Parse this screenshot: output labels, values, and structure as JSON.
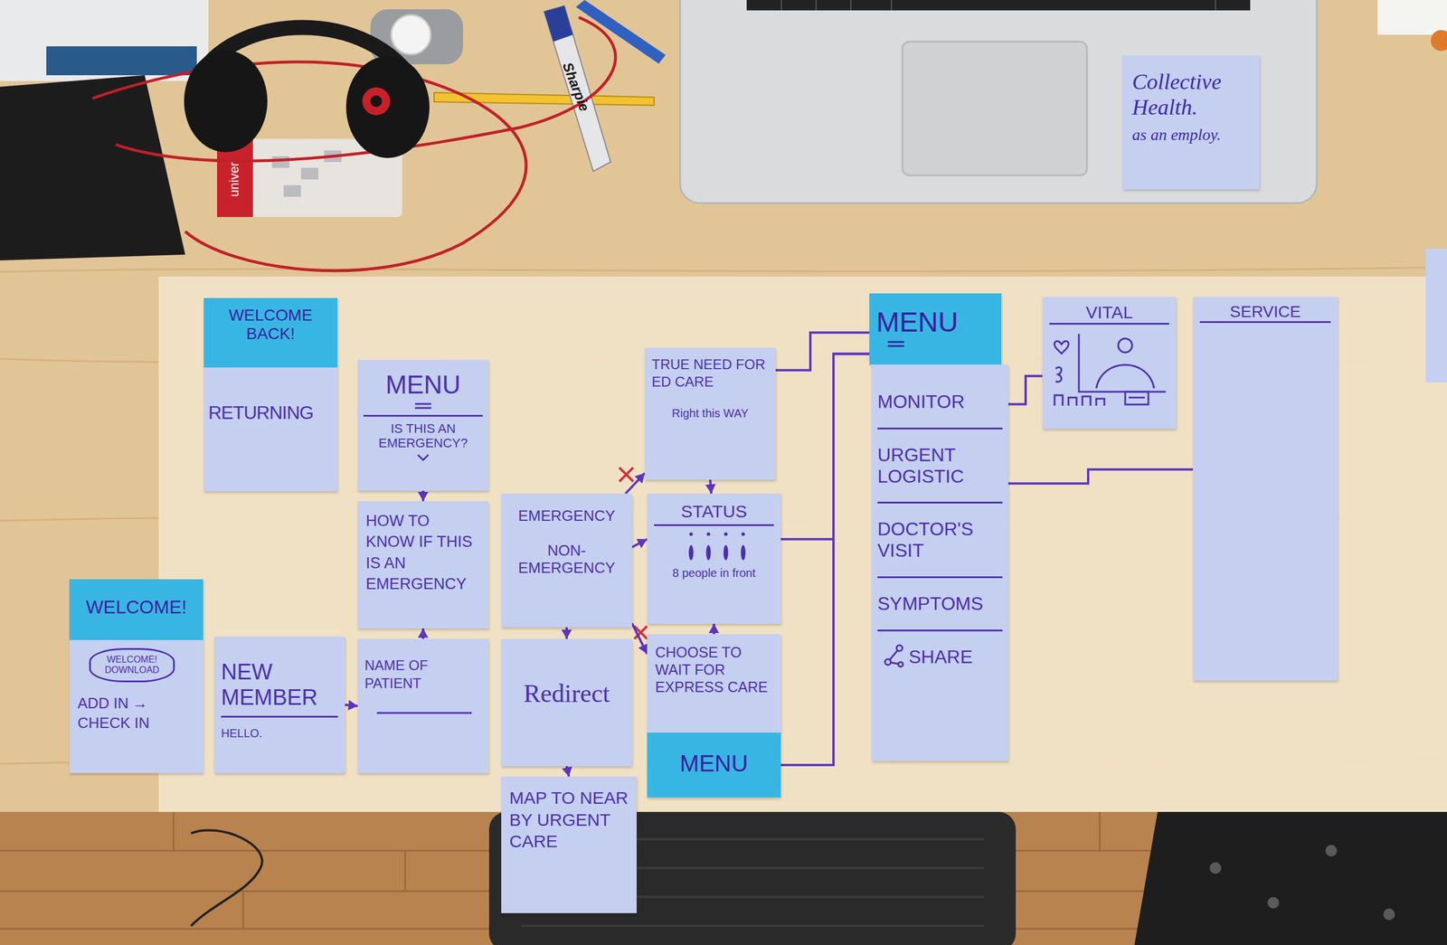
{
  "diagram": {
    "nodes": [
      {
        "text": [
          "Collective Health.",
          "as an employ."
        ]
      },
      {
        "text": [
          "WELCOME BACK!"
        ]
      },
      {
        "text": [
          "RETURNING"
        ]
      },
      {
        "text": [
          "MENU",
          "IS THIS AN EMERGENCY?"
        ]
      },
      {
        "text": [
          "HOW TO KNOW IF THIS IS AN EMERGENCY"
        ]
      },
      {
        "text": [
          "WELCOME!"
        ]
      },
      {
        "text": [
          "WELCOME! DOWNLOAD",
          "ADD IN → CHECK IN"
        ]
      },
      {
        "text": [
          "NEW MEMBER",
          "HELLO."
        ]
      },
      {
        "text": [
          "NAME OF PATIENT"
        ]
      },
      {
        "text": [
          "EMERGENCY",
          "NON- EMERGENCY"
        ]
      },
      {
        "text": [
          "Redirect"
        ]
      },
      {
        "text": [
          "MAP TO NEAR BY URGENT CARE"
        ]
      },
      {
        "text": [
          "TRUE NEED FOR ED CARE",
          "Right this WAY"
        ]
      },
      {
        "text": [
          "STATUS",
          "8 people in front"
        ]
      },
      {
        "text": [
          "CHOOSE TO WAIT FOR EXPRESS CARE"
        ]
      },
      {
        "text": [
          "MENU"
        ]
      },
      {
        "text": [
          "MENU"
        ]
      },
      {
        "text": [
          "MONITOR",
          "URGENT LOGISTIC",
          "DOCTOR'S VISIT",
          "SYMPTOMS",
          "SHARE"
        ]
      },
      {
        "text": [
          "VITAL"
        ]
      },
      {
        "text": [
          "SERVICE"
        ]
      }
    ],
    "edges": [
      {
        "from": 3,
        "to": 4,
        "arrow": "to"
      },
      {
        "from": 8,
        "to": 4,
        "arrow": "to"
      },
      {
        "from": 7,
        "to": 8,
        "arrow": "to"
      },
      {
        "from": 9,
        "to": 10,
        "arrow": "to"
      },
      {
        "from": 10,
        "to": 11,
        "arrow": "to"
      },
      {
        "from": 9,
        "to": 12,
        "arrow": "to"
      },
      {
        "from": 9,
        "to": 13,
        "arrow": "to"
      },
      {
        "from": 9,
        "to": 14,
        "arrow": "to"
      },
      {
        "from": 12,
        "to": 13,
        "arrow": "to"
      },
      {
        "from": 14,
        "to": 13,
        "arrow": "to"
      },
      {
        "from": 12,
        "to": 16,
        "arrow": "none"
      },
      {
        "from": 13,
        "to": 16,
        "arrow": "none"
      },
      {
        "from": 15,
        "to": 16,
        "arrow": "none"
      },
      {
        "from": 17,
        "to": 18,
        "arrow": "none"
      },
      {
        "from": 17,
        "to": 19,
        "arrow": "none"
      }
    ],
    "labels": [
      "Sharpie",
      "univer"
    ]
  }
}
